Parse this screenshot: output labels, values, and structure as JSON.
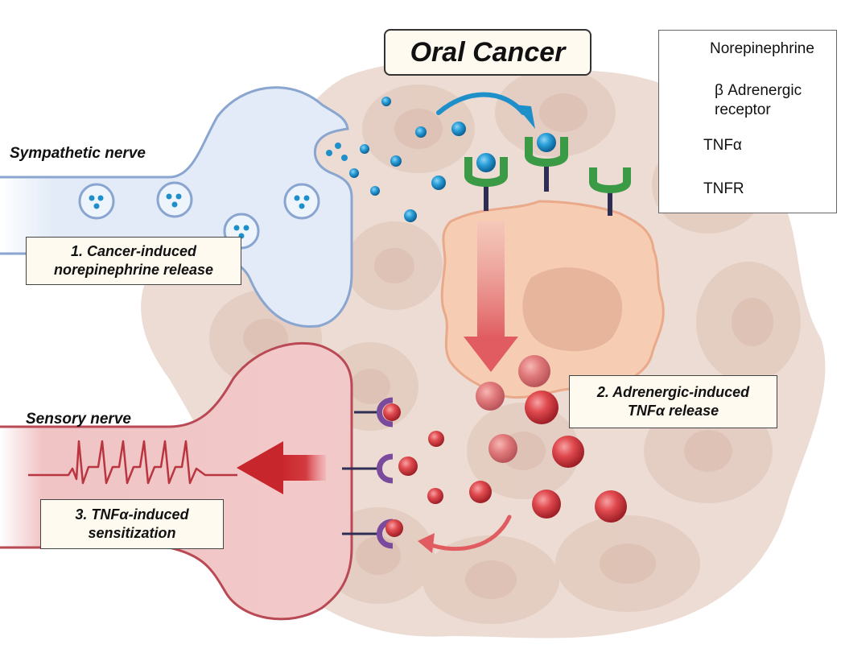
{
  "title": "Oral Cancer",
  "nerves": {
    "sympathetic": "Sympathetic nerve",
    "sensory": "Sensory nerve"
  },
  "steps": {
    "step1_line1": "1. Cancer-induced",
    "step1_line2": "norepinephrine release",
    "step2_line1": "2. Adrenergic-induced",
    "step2_line2": "TNFα release",
    "step3_line1": "3. TNFα-induced",
    "step3_line2": "sensitization"
  },
  "legend": {
    "norepinephrine": "Norepinephrine",
    "receptor_line1": "β Adrenergic",
    "receptor_line2": "receptor",
    "tnfa": "TNFα",
    "tnfr": "TNFR"
  },
  "colors": {
    "norepinephrine": "#1f8fc9",
    "receptor_green": "#3a9a45",
    "receptor_stalk": "#2e2e55",
    "tnfa_red": "#d83a3f",
    "tnfr_purple": "#7a4b9c",
    "sympathetic_fill": "#e2ebf7",
    "sympathetic_stroke": "#8aa6d0",
    "sensory_fill": "#f0c4c5",
    "sensory_stroke": "#b94a55",
    "cancer_cell": "#f6cdb3",
    "tissue": "#ecdcd3"
  }
}
